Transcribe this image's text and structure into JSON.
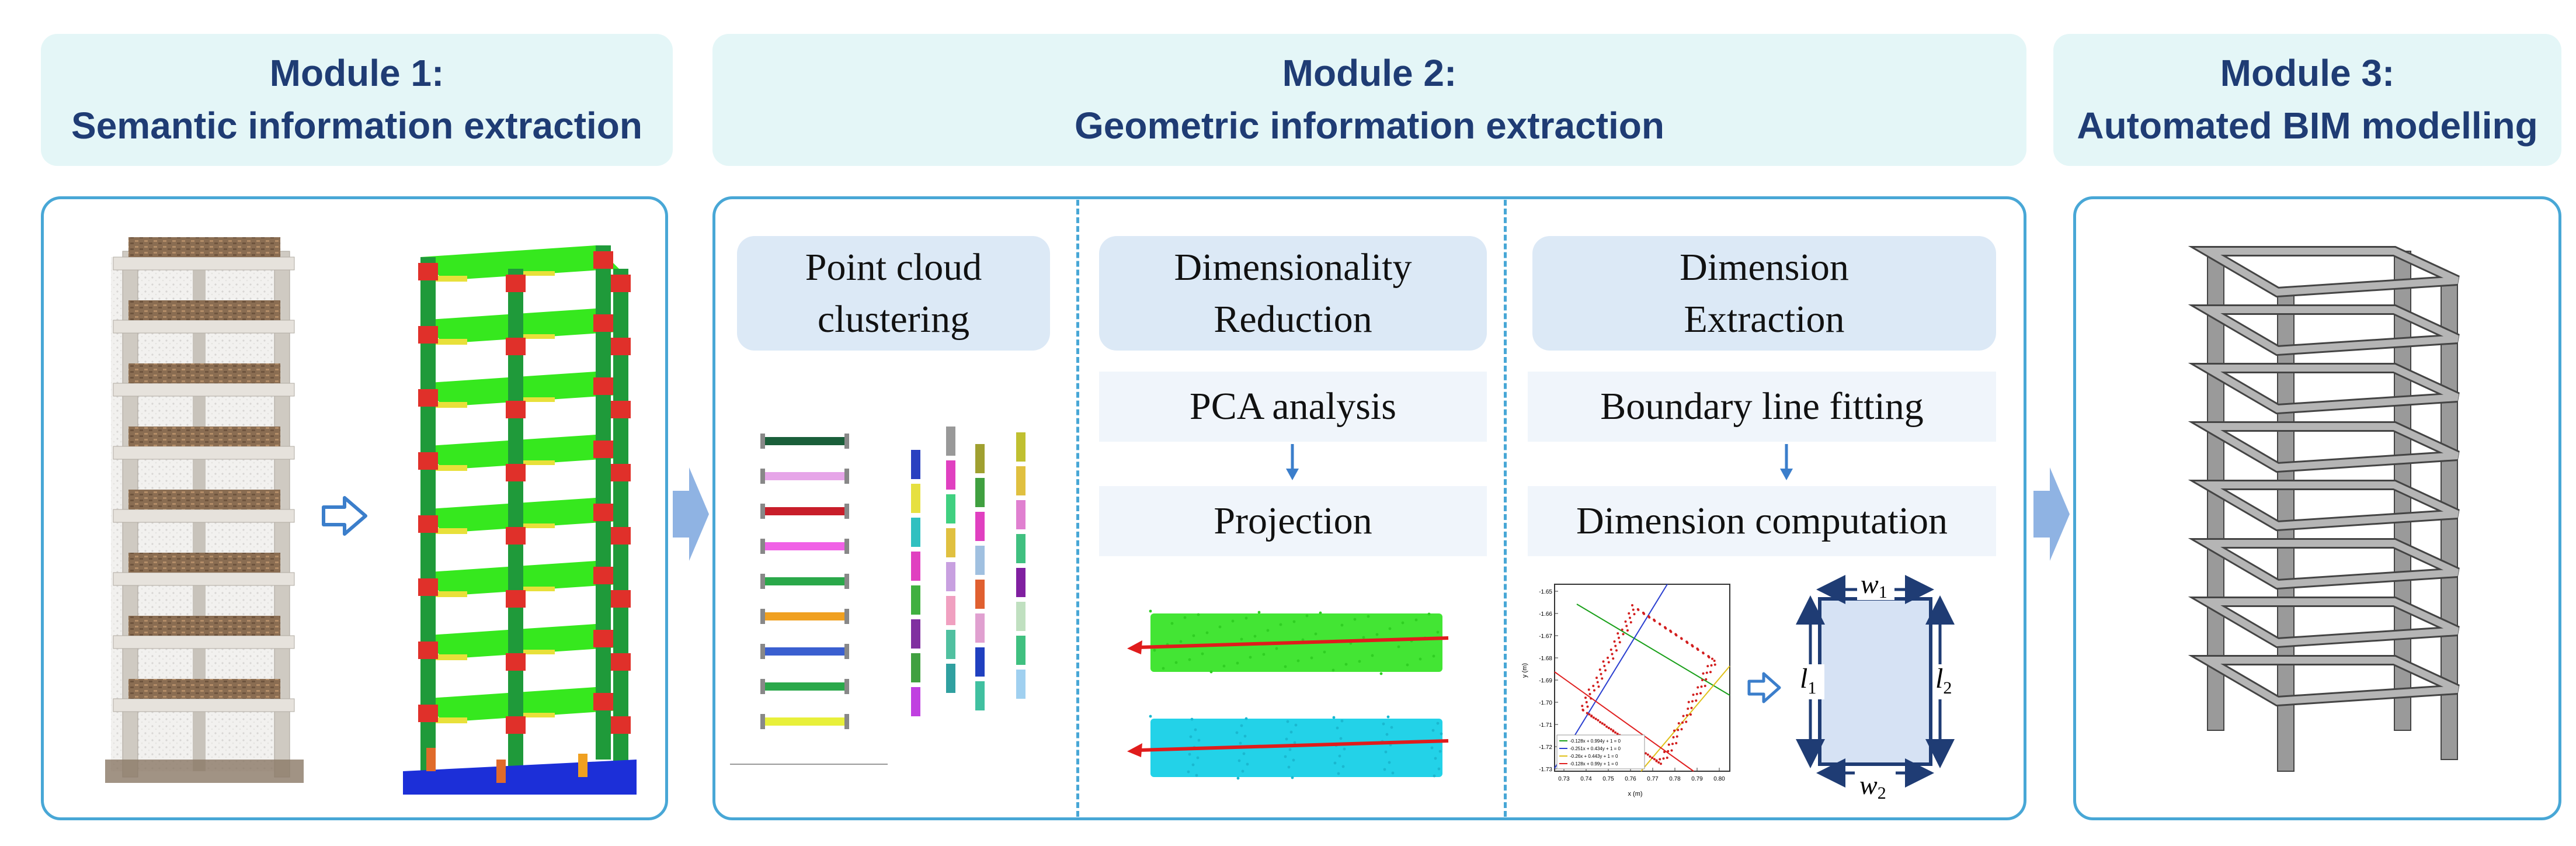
{
  "modules": [
    {
      "line1": "Module 1:",
      "line2": "Semantic information extraction"
    },
    {
      "line1": "Module 2:",
      "line2": "Geometric information extraction"
    },
    {
      "line1": "Module 3:",
      "line2": "Automated BIM modelling"
    }
  ],
  "module2": {
    "clustering": {
      "line1": "Point cloud",
      "line2": "clustering"
    },
    "reduction": {
      "line1": "Dimensionality",
      "line2": "Reduction",
      "steps": [
        "PCA analysis",
        "Projection"
      ]
    },
    "extraction": {
      "line1": "Dimension",
      "line2": "Extraction",
      "steps": [
        "Boundary line fitting",
        "Dimension computation"
      ]
    }
  },
  "fit_plot": {
    "ylabel": "y (m)",
    "xlabel": "x (m)",
    "y_ticks": [
      "-1.65",
      "-1.66",
      "-1.67",
      "-1.68",
      "-1.69",
      "-1.70",
      "-1.71",
      "-1.72",
      "-1.73"
    ],
    "x_ticks": [
      "0.73",
      "0.74",
      "0.75",
      "0.76",
      "0.77",
      "0.78",
      "0.79",
      "0.80"
    ],
    "legend": [
      "-0.128x + 0.994y + 1 = 0",
      "-0.251x + 0.434y + 1 = 0",
      "-0.26x + 0.443y + 1 = 0",
      "-0.128x + 0.99y + 1 = 0"
    ]
  },
  "dimension_labels": {
    "w1": "w",
    "w1_sub": "1",
    "w2": "w",
    "w2_sub": "2",
    "l1": "l",
    "l1_sub": "1",
    "l2": "l",
    "l2_sub": "2"
  },
  "colors": {
    "accent": "#48a7d6",
    "header_bg": "#e4f6f7",
    "header_text": "#1f3c74",
    "title_box": "#dce9f6",
    "arrow": "#8fb3e3"
  }
}
